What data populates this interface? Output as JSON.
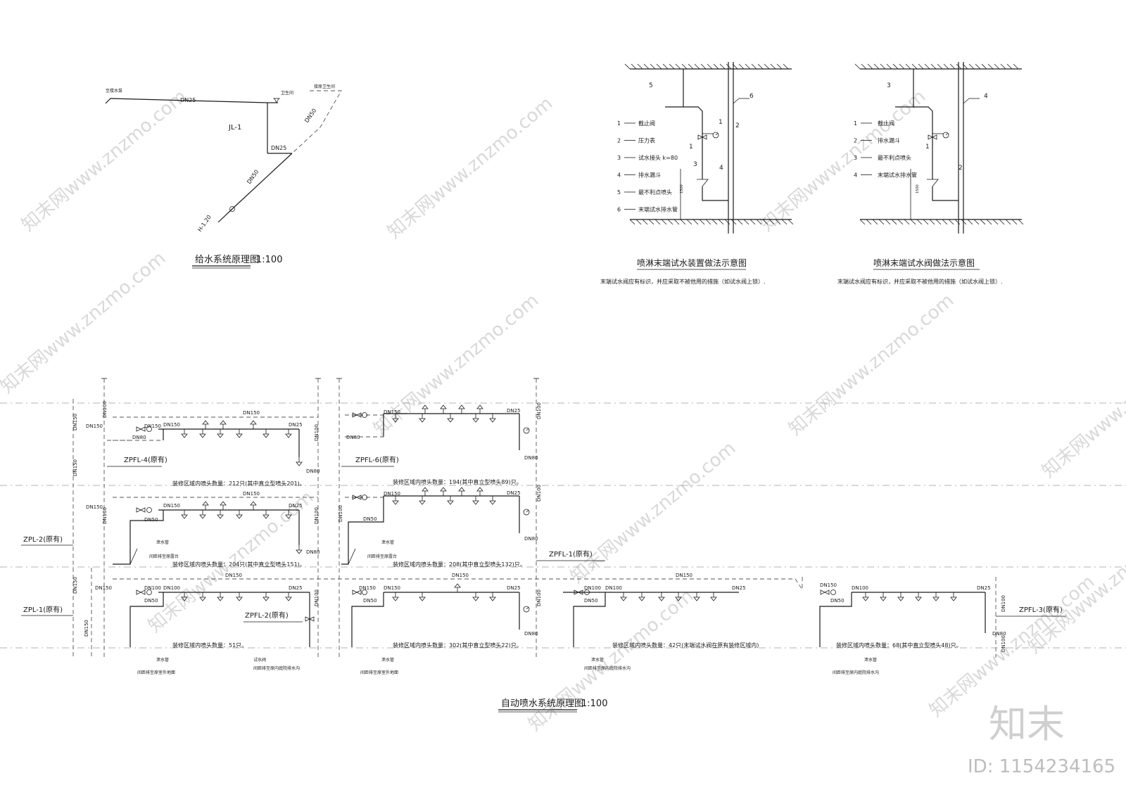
{
  "water_supply": {
    "title": "给水系统原理图",
    "scale": "1:100",
    "labels": {
      "source": "至楼水泵",
      "pipe_top": "DN25",
      "riser": "JL-1",
      "pipe_mid": "DN25",
      "outlet": "卫生间",
      "mark_top": "接原卫生间",
      "diag_upper": "DN50",
      "diag_lower": "DN50",
      "elev": "H-1.20"
    }
  },
  "end_test_device": {
    "title": "喷淋末端试水装置做法示意图",
    "note": "末端试水阀应有标识，并应采取不被他用的措施（如试水阀上锁）.",
    "legend": [
      {
        "num": "1",
        "text": "截止阀"
      },
      {
        "num": "2",
        "text": "压力表"
      },
      {
        "num": "3",
        "text": "试水接头 k=80"
      },
      {
        "num": "4",
        "text": "排水漏斗"
      },
      {
        "num": "5",
        "text": "最不利点喷头"
      },
      {
        "num": "6",
        "text": "末端试水排水管"
      }
    ],
    "callouts": [
      "5",
      "1",
      "2",
      "1",
      "3",
      "4",
      "6"
    ],
    "dim": "1500"
  },
  "end_test_valve": {
    "title": "喷淋末端试水阀做法示意图",
    "note": "末端试水阀应有标识，并应采取不被他用的措施（如试水阀上锁）.",
    "legend": [
      {
        "num": "1",
        "text": "截止阀"
      },
      {
        "num": "2",
        "text": "排水漏斗"
      },
      {
        "num": "3",
        "text": "最不利点喷头"
      },
      {
        "num": "4",
        "text": "末端试水排水管"
      }
    ],
    "callouts": [
      "3",
      "1",
      "2",
      "4"
    ],
    "dim": "1500"
  },
  "sprinkler_system": {
    "title": "自动喷水系统原理图",
    "scale": "1:100",
    "tags": {
      "zpfl4": "ZPFL-4(原有)",
      "zpfl6": "ZPFL-6(原有)",
      "zpl2": "ZPL-2(原有)",
      "zpfl1": "ZPFL-1(原有)",
      "zpl1": "ZPL-1(原有)",
      "zpfl2": "ZPFL-2(原有)",
      "zpfl3": "ZPFL-3(原有)"
    },
    "dn": {
      "dn150": "DN150",
      "dn100": "DN100",
      "dn80": "DN80",
      "dn50": "DN50",
      "dn25": "DN25"
    },
    "counts": {
      "c1": "装修区域内喷头数量：212只(其中直立型喷头201)。",
      "c2": "装修区域内喷头数量：194(其中直立型喷头89)只。",
      "c3": "装修区域内喷头数量：204只(其中直立型喷头151)。",
      "c4": "装修区域内喷头数量：208(其中直立型喷头132)只。",
      "c5": "装修区域内喷头数量：51只。",
      "c6": "装修区域内喷头数量：302(其中直立型喷头22)只。",
      "c7": "装修区域内喷头数量：42只(末端试水阀在原有装修区域内)",
      "c8": "装修区域内喷头数量：68(其中直立型喷头48)只。"
    },
    "notes": {
      "drain": "泄水管",
      "drain_to_roof": "间距排至原露台",
      "drain_to_ground": "间距排至原室外地面",
      "drain_to_trench": "间距排至原内庭院排水沟",
      "test_valve": "试水阀"
    }
  },
  "stamp": {
    "logo": "知末",
    "id": "ID: 1154234165"
  },
  "watermark": "知末网www.znzmo.com"
}
